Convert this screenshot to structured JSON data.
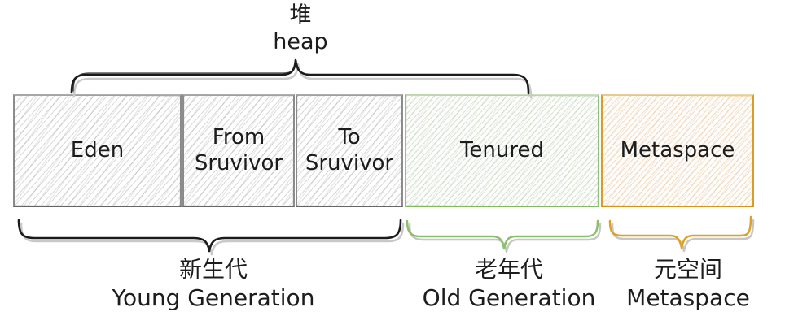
{
  "heap": {
    "label_cn": "堆",
    "label_en": "heap"
  },
  "boxes": [
    {
      "label": "Eden"
    },
    {
      "label": "From Sruvivor"
    },
    {
      "label": "To Sruvivor"
    },
    {
      "label": "Tenured"
    },
    {
      "label": "Metaspace"
    }
  ],
  "groups": [
    {
      "label_cn": "新生代",
      "label_en": "Young Generation"
    },
    {
      "label_cn": "老年代",
      "label_en": "Old Generation"
    },
    {
      "label_cn": "元空间",
      "label_en": "Metaspace"
    }
  ],
  "colors": {
    "brace_black": "#1b1b1b",
    "brace_green": "#8cbf6b",
    "brace_orange": "#dfa125",
    "box_border_gray": "#8e8e8e",
    "box_border_green": "#96c578",
    "box_border_orange": "#d99d22",
    "shadow_gray": "#c8c8c8",
    "text": "#1c1c1c"
  }
}
